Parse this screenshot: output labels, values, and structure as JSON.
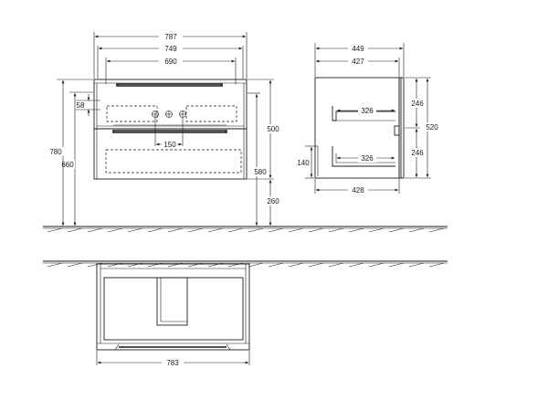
{
  "front_view": {
    "overall_width": "787",
    "inner_width": "749",
    "basin_width": "690",
    "top_offset": "58",
    "tap_spacing": "150",
    "total_height": "780",
    "body_height": "660",
    "cabinet_height": "500",
    "height_to_top": "580",
    "floor_clearance": "260"
  },
  "side_view": {
    "overall_depth": "449",
    "inner_depth": "427",
    "drawer_depth_upper": "326",
    "drawer_depth_lower": "326",
    "bottom_depth": "428",
    "siphon_height": "140",
    "upper_drawer_height": "246",
    "lower_drawer_height": "246",
    "total_height": "520"
  },
  "top_view": {
    "inner_width": "783"
  }
}
